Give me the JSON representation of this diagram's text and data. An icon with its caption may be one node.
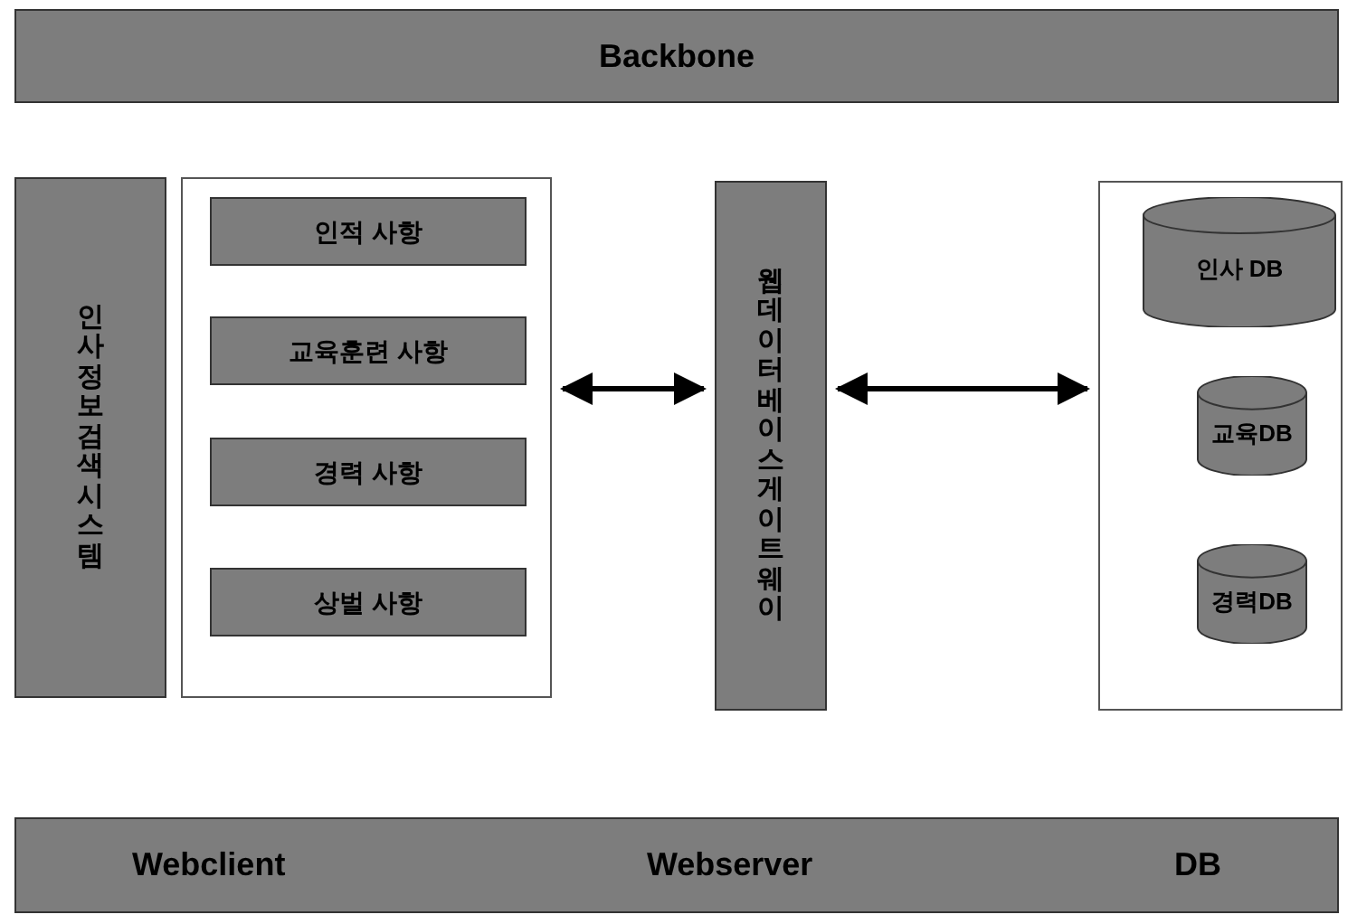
{
  "diagram": {
    "nodes": [
      {
        "text": [
          "Backbone"
        ]
      },
      {
        "text": [
          "인사정보검색시스템"
        ]
      },
      {
        "text": [],
        "shape": "box"
      },
      {
        "text": [
          "인적 사항"
        ],
        "in": 2
      },
      {
        "text": [
          "교육훈련 사항"
        ],
        "in": 2
      },
      {
        "text": [
          "경력 사항"
        ],
        "in": 2
      },
      {
        "text": [
          "상벌 사항"
        ],
        "in": 2
      },
      {
        "text": [
          "웹데이터베이스게이트웨이"
        ]
      },
      {
        "text": [],
        "shape": "box"
      },
      {
        "text": [
          "인사 DB"
        ],
        "in": 8
      },
      {
        "text": [
          "교육DB"
        ],
        "in": 8
      },
      {
        "text": [
          "경력DB"
        ],
        "in": 8
      },
      {
        "text": [
          "Webclient",
          "Webserver",
          "DB"
        ]
      }
    ],
    "edges": [
      {
        "from": 2,
        "to": 7,
        "arrow": "both"
      },
      {
        "from": 7,
        "to": 8,
        "arrow": "both"
      }
    ]
  }
}
